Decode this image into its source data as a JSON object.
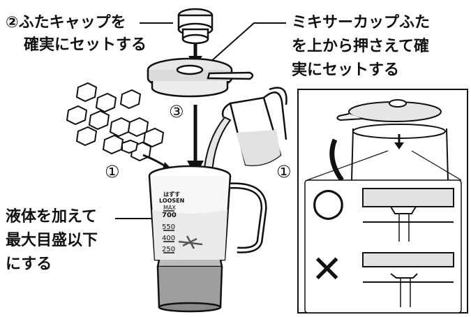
{
  "instructions": {
    "cap_step": {
      "line1": "②ふたキャップを",
      "line2": "確実にセットする"
    },
    "lid_step": {
      "line1": "ミキサーカップふた",
      "line2": "を上から押さえて確",
      "line3": "実にセットする"
    },
    "liquid_step": {
      "line1": "液体を加えて",
      "line2": "最大目盛以下",
      "line3": "にする"
    }
  },
  "step_numbers": {
    "left": "①",
    "right": "①",
    "center": "③"
  },
  "cup_markings": {
    "loosen_label": "はずす\nLOOSEN",
    "max_label": "MAX",
    "max_value": "700",
    "mark_550": "550",
    "mark_400": "400",
    "mark_250": "250"
  },
  "detail_symbols": {
    "correct": "○",
    "incorrect": "✕"
  }
}
